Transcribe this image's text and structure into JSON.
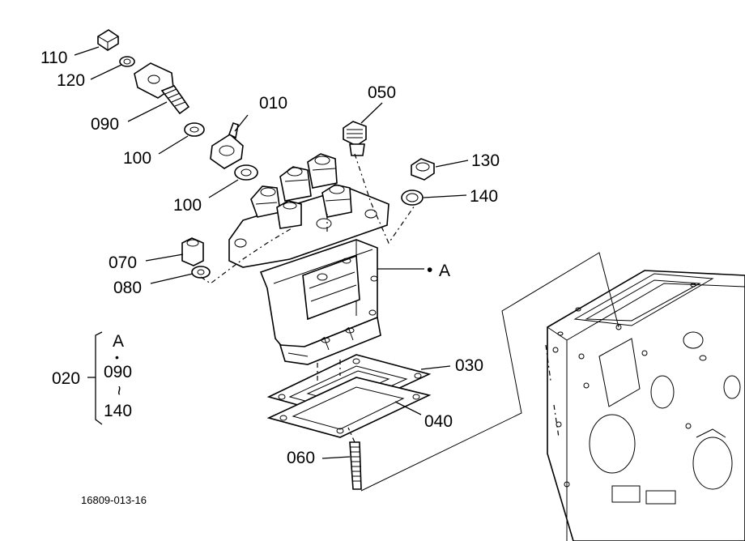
{
  "parts": {
    "p110": "110",
    "p120": "120",
    "p090": "090",
    "p100a": "100",
    "p010": "010",
    "p100b": "100",
    "p050": "050",
    "p130": "130",
    "p140": "140",
    "p070": "070",
    "p080": "080",
    "pA": "A",
    "p030": "030",
    "p040": "040",
    "p060": "060"
  },
  "group": {
    "number": "020",
    "line1": "A",
    "dot": "•",
    "line2": "090",
    "tilde": "~",
    "line3": "140"
  },
  "reference_dot": "•",
  "figure_code": "16809-013-16"
}
